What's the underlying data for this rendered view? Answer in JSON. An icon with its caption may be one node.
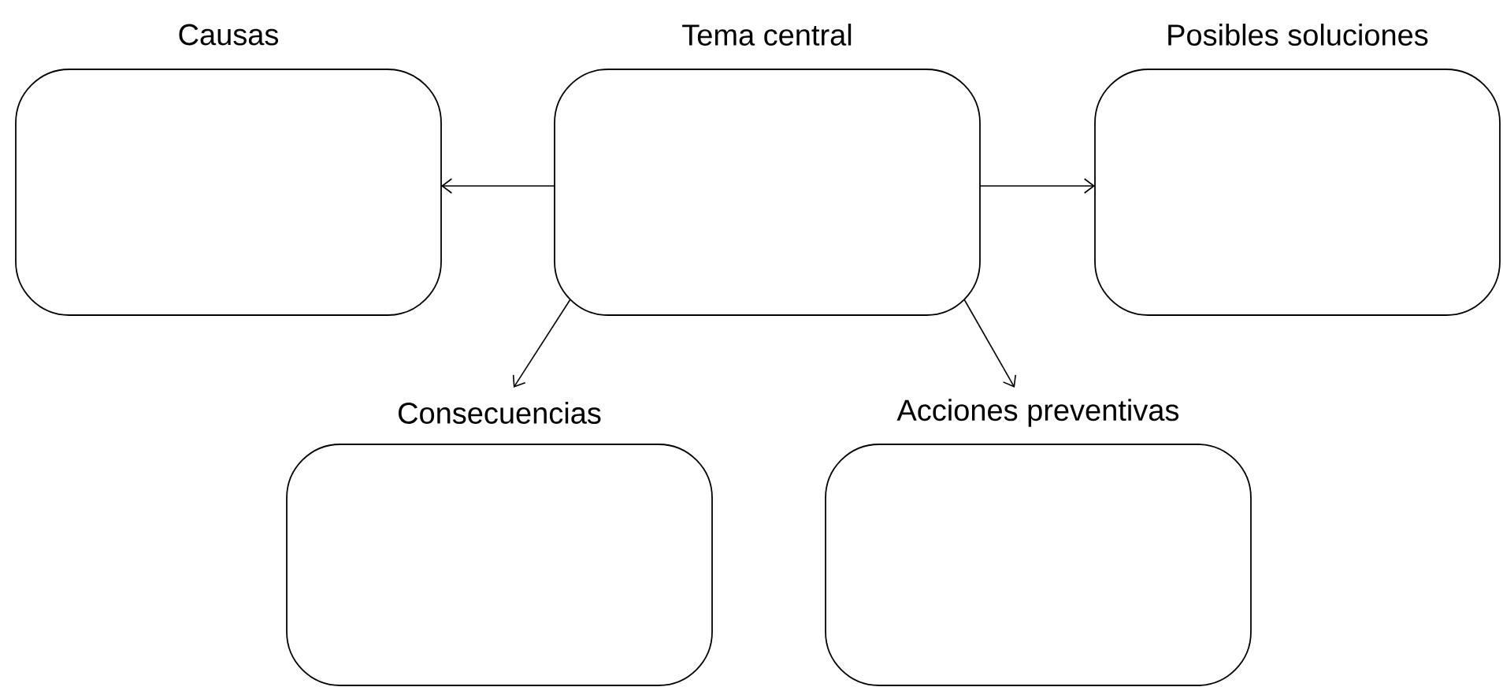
{
  "diagram": {
    "nodes": [
      {
        "text": [
          "Causas"
        ]
      },
      {
        "text": [
          "Tema central"
        ]
      },
      {
        "text": [
          "Posibles soluciones"
        ]
      },
      {
        "text": [
          "Consecuencias"
        ]
      },
      {
        "text": [
          "Acciones preventivas"
        ]
      }
    ],
    "edges": [
      {
        "from": 1,
        "to": 0,
        "arrow": "to"
      },
      {
        "from": 1,
        "to": 2,
        "arrow": "to"
      },
      {
        "from": 1,
        "to": 3,
        "arrow": "to"
      },
      {
        "from": 1,
        "to": 4,
        "arrow": "to"
      }
    ]
  }
}
